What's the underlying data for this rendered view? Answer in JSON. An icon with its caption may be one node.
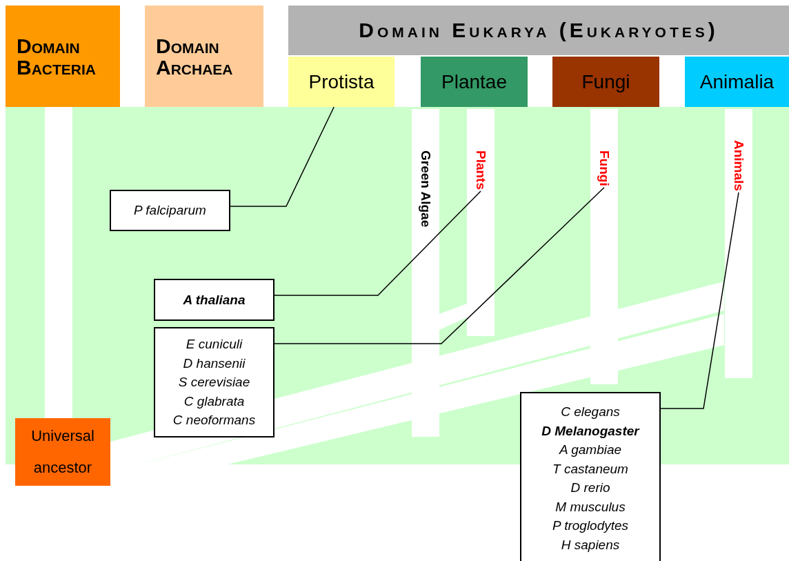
{
  "diagram": {
    "nodes": [
      {
        "text": [
          "Domain Bacteria"
        ]
      },
      {
        "text": [
          "Domain Archaea"
        ]
      },
      {
        "text": [
          "Domain Eukarya (Eukaryotes)"
        ]
      },
      {
        "text": [
          "Protista"
        ]
      },
      {
        "text": [
          "Plantae"
        ]
      },
      {
        "text": [
          "Fungi"
        ]
      },
      {
        "text": [
          "Animalia"
        ]
      },
      {
        "text": [
          "Green Algae"
        ]
      },
      {
        "text": [
          "Plants"
        ]
      },
      {
        "text": [
          "Fungi"
        ]
      },
      {
        "text": [
          "Animals"
        ]
      },
      {
        "text": [
          "P falciparum"
        ]
      },
      {
        "text": [
          "A thaliana"
        ]
      },
      {
        "text": [
          "E cuniculi",
          "D hansenii",
          "S cerevisiae",
          "C glabrata",
          "C neoformans"
        ]
      },
      {
        "text": [
          "C elegans",
          "**D Melanogaster**",
          "A gambiae",
          "T castaneum",
          "D rerio",
          "M musculus",
          "P troglodytes",
          "H sapiens"
        ]
      },
      {
        "text": [
          "Universal ancestor"
        ]
      }
    ],
    "edges": [
      {
        "from": 11,
        "to": 3,
        "arrow": "none"
      },
      {
        "from": 12,
        "to": 8,
        "arrow": "none"
      },
      {
        "from": 13,
        "to": 9,
        "arrow": "none"
      },
      {
        "from": 14,
        "to": 10,
        "arrow": "none"
      }
    ]
  }
}
